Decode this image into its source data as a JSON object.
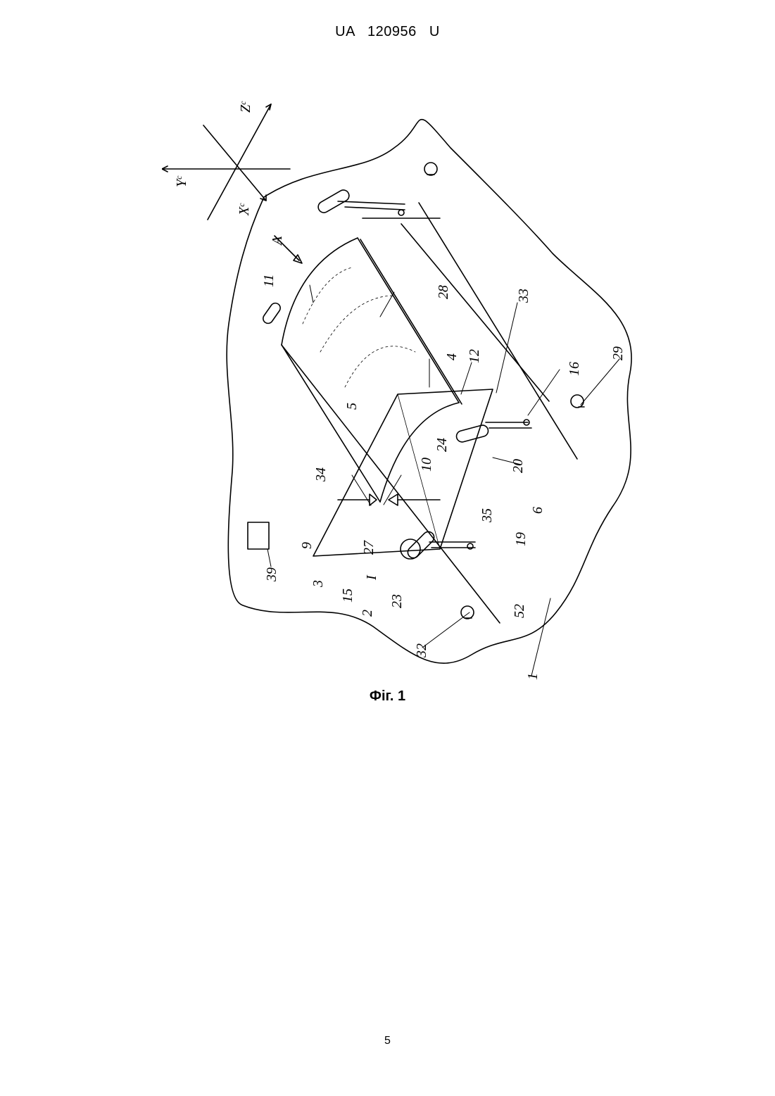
{
  "header": {
    "doc_id": "UA   120956   U"
  },
  "figure": {
    "caption": "Фіг. 1",
    "axes": {
      "x": "X",
      "y": "Y",
      "z": "Z",
      "superscript": "c"
    },
    "view_label": "A",
    "labels": [
      "11",
      "28",
      "4",
      "12",
      "33",
      "16",
      "29",
      "5",
      "24",
      "20",
      "10",
      "34",
      "9",
      "27",
      "3",
      "15",
      "I",
      "2",
      "23",
      "35",
      "19",
      "6",
      "39",
      "32",
      "52",
      "1"
    ]
  },
  "footer": {
    "page_number": "5"
  }
}
